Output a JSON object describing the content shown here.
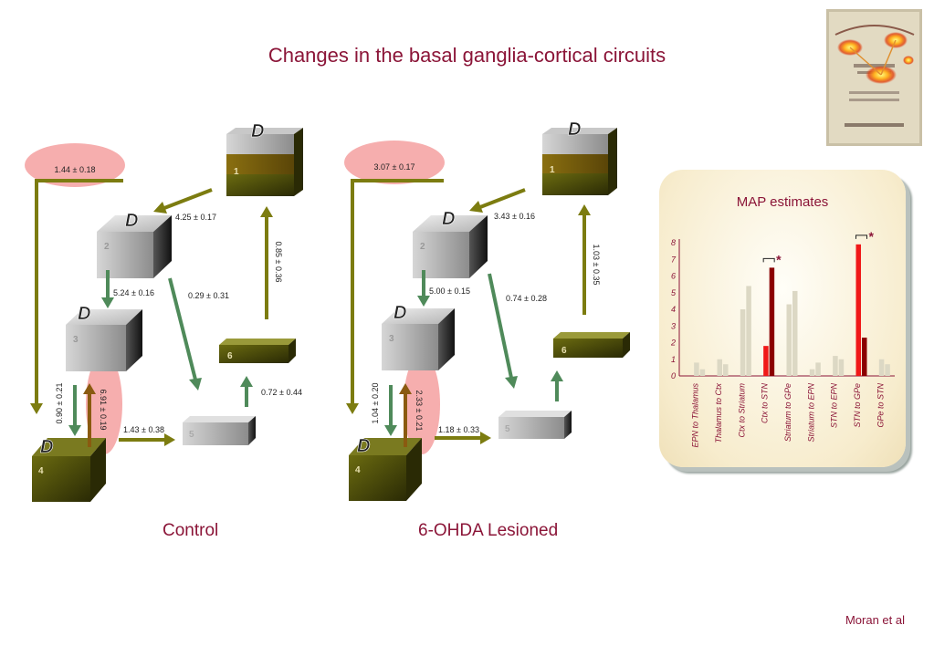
{
  "title": "Changes in the basal ganglia-cortical circuits",
  "panels": [
    {
      "caption": "Control",
      "labels": {
        "box1": "1",
        "box2": "2",
        "box3": "3",
        "box4": "4",
        "box5": "5",
        "box6": "6",
        "d_marker": "D",
        "hyperdirect": "1.44 ± 0.18",
        "thal_to_ctx": "4.25 ± 0.17",
        "str_to_gpe": "5.24 ± 0.16",
        "str_to_epn": "0.29 ± 0.31",
        "epn_to_thal": "0.85 ± 0.36",
        "stn_to_epn": "0.72 ± 0.44",
        "gpe_to_stn": "0.90 ± 0.21",
        "stn_to_gpe": "6.91 ± 0.19",
        "gpe_to_epn": "1.43 ± 0.38"
      }
    },
    {
      "caption": "6-OHDA Lesioned",
      "labels": {
        "box1": "1",
        "box2": "2",
        "box3": "3",
        "box4": "4",
        "box5": "5",
        "box6": "6",
        "d_marker": "D",
        "hyperdirect": "3.07 ± 0.17",
        "thal_to_ctx": "3.43 ± 0.16",
        "str_to_gpe": "5.00 ± 0.15",
        "str_to_epn": "0.74 ± 0.28",
        "epn_to_thal": "1.03 ± 0.35",
        "stn_to_epn": "",
        "gpe_to_stn": "1.04 ± 0.20",
        "stn_to_gpe": "2.33 ± 0.21",
        "gpe_to_epn": "1.18 ± 0.33"
      }
    }
  ],
  "map_estimates": {
    "title": "MAP estimates",
    "significance_marker": "*"
  },
  "chart_data": {
    "type": "bar",
    "title": "MAP estimates",
    "categories": [
      "EPN to Thalamus",
      "Thalamus to Ctx",
      "Ctx to Striatum",
      "Ctx to STN",
      "Striatum to GPe",
      "Striatum to EPN",
      "STN to EPN",
      "STN to GPe",
      "GPe to STN"
    ],
    "series": [
      {
        "values": [
          0.8,
          1.0,
          4.0,
          1.8,
          4.3,
          0.4,
          1.2,
          7.9,
          1.0
        ]
      },
      {
        "values": [
          0.4,
          0.7,
          5.4,
          6.5,
          5.1,
          0.8,
          1.0,
          2.3,
          0.7
        ]
      }
    ],
    "series_colors": [
      [
        "#dcd8c4",
        "#dcd8c4",
        "#dcd8c4",
        "#f01818",
        "#dcd8c4",
        "#dcd8c4",
        "#dcd8c4",
        "#f01818",
        "#dcd8c4"
      ],
      [
        "#dcd8c4",
        "#dcd8c4",
        "#dcd8c4",
        "#8b0000",
        "#dcd8c4",
        "#dcd8c4",
        "#dcd8c4",
        "#8b0000",
        "#dcd8c4"
      ]
    ],
    "significant": [
      "Ctx to STN",
      "STN to GPe"
    ],
    "ylim": [
      0,
      8
    ],
    "yticks": [
      0,
      1,
      2,
      3,
      4,
      5,
      6,
      7,
      8
    ],
    "grid": false
  },
  "author": "Moran et al"
}
